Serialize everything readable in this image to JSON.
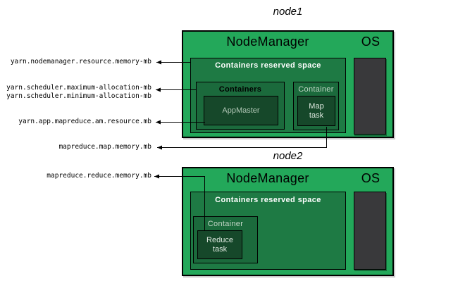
{
  "colors": {
    "node_green": "#23a85a",
    "reserved_green": "#1e7a44",
    "container_green": "#1b6a3c",
    "task_green": "#16482a",
    "os_gray": "#39393b",
    "line_black": "#000000"
  },
  "node1": {
    "title": "node1",
    "nodemanager_label": "NodeManager",
    "os_label": "OS",
    "reserved_label": "Containers reserved space",
    "containers_label": "Containers",
    "appmaster_label": "AppMaster",
    "container_label": "Container",
    "map_task_label": "Map\ntask"
  },
  "node2": {
    "title": "node2",
    "nodemanager_label": "NodeManager",
    "os_label": "OS",
    "reserved_label": "Containers reserved space",
    "container_label": "Container",
    "reduce_task_label": "Reduce\ntask"
  },
  "properties": {
    "nm_memory": "yarn.nodemanager.resource.memory-mb",
    "max_alloc": "yarn.scheduler.maximum-allocation-mb",
    "min_alloc": "yarn.scheduler.minimum-allocation-mb",
    "am_resource": "yarn.app.mapreduce.am.resource.mb",
    "map_memory": "mapreduce.map.memory.mb",
    "reduce_memory": "mapreduce.reduce.memory.mb"
  }
}
